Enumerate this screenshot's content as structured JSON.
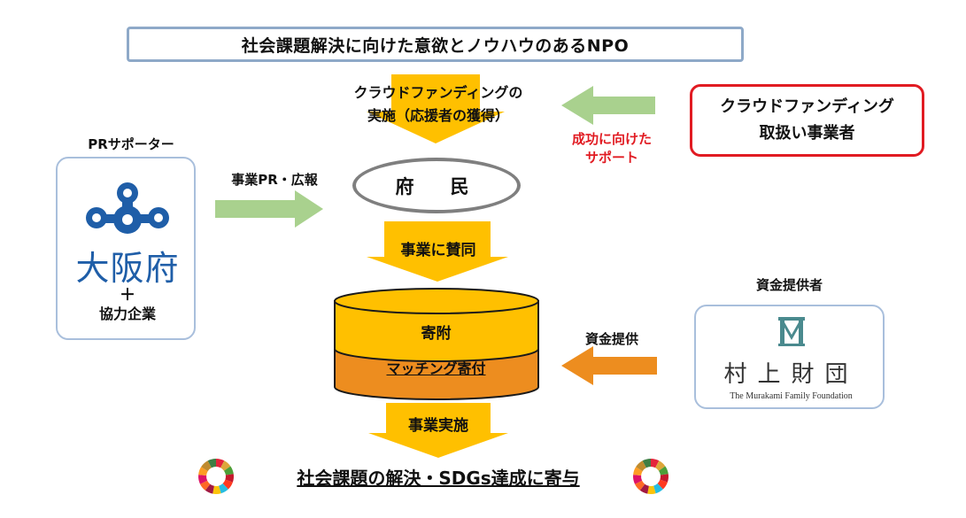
{
  "npo": {
    "label": "社会課題解決に向けた意欲とノウハウのあるNPO"
  },
  "crowdfunding_exec": {
    "line1": "クラウドファンディングの",
    "line2": "実施（応援者の獲得）"
  },
  "platform_operator": {
    "line1": "クラウドファンディング",
    "line2": "取扱い事業者"
  },
  "support": {
    "line1": "成功に向けた",
    "line2": "サポート"
  },
  "pr_supporter": {
    "label": "PRサポーター",
    "name": "大阪府",
    "plus": "＋",
    "partners": "協力企業"
  },
  "pr_arrow": {
    "label": "事業PR・広報"
  },
  "citizens": {
    "label": "府　民"
  },
  "endorse": {
    "label": "事業に賛同"
  },
  "funder": {
    "label": "資金提供者",
    "name": "村上財団",
    "subtitle": "The Murakami Family Foundation"
  },
  "funding_arrow": {
    "label": "資金提供"
  },
  "fund": {
    "donation": "寄附",
    "matching": "マッチング寄付"
  },
  "implement": {
    "label": "事業実施"
  },
  "goal": {
    "label": "社会課題の解決・SDGs達成に寄与"
  },
  "colors": {
    "yellow": "#ffc000",
    "orange": "#ed8d1f",
    "green": "#a9d18e",
    "red": "#e11b22",
    "osaka_blue": "#1f5ea8",
    "murakami_teal": "#4a8a8e"
  }
}
